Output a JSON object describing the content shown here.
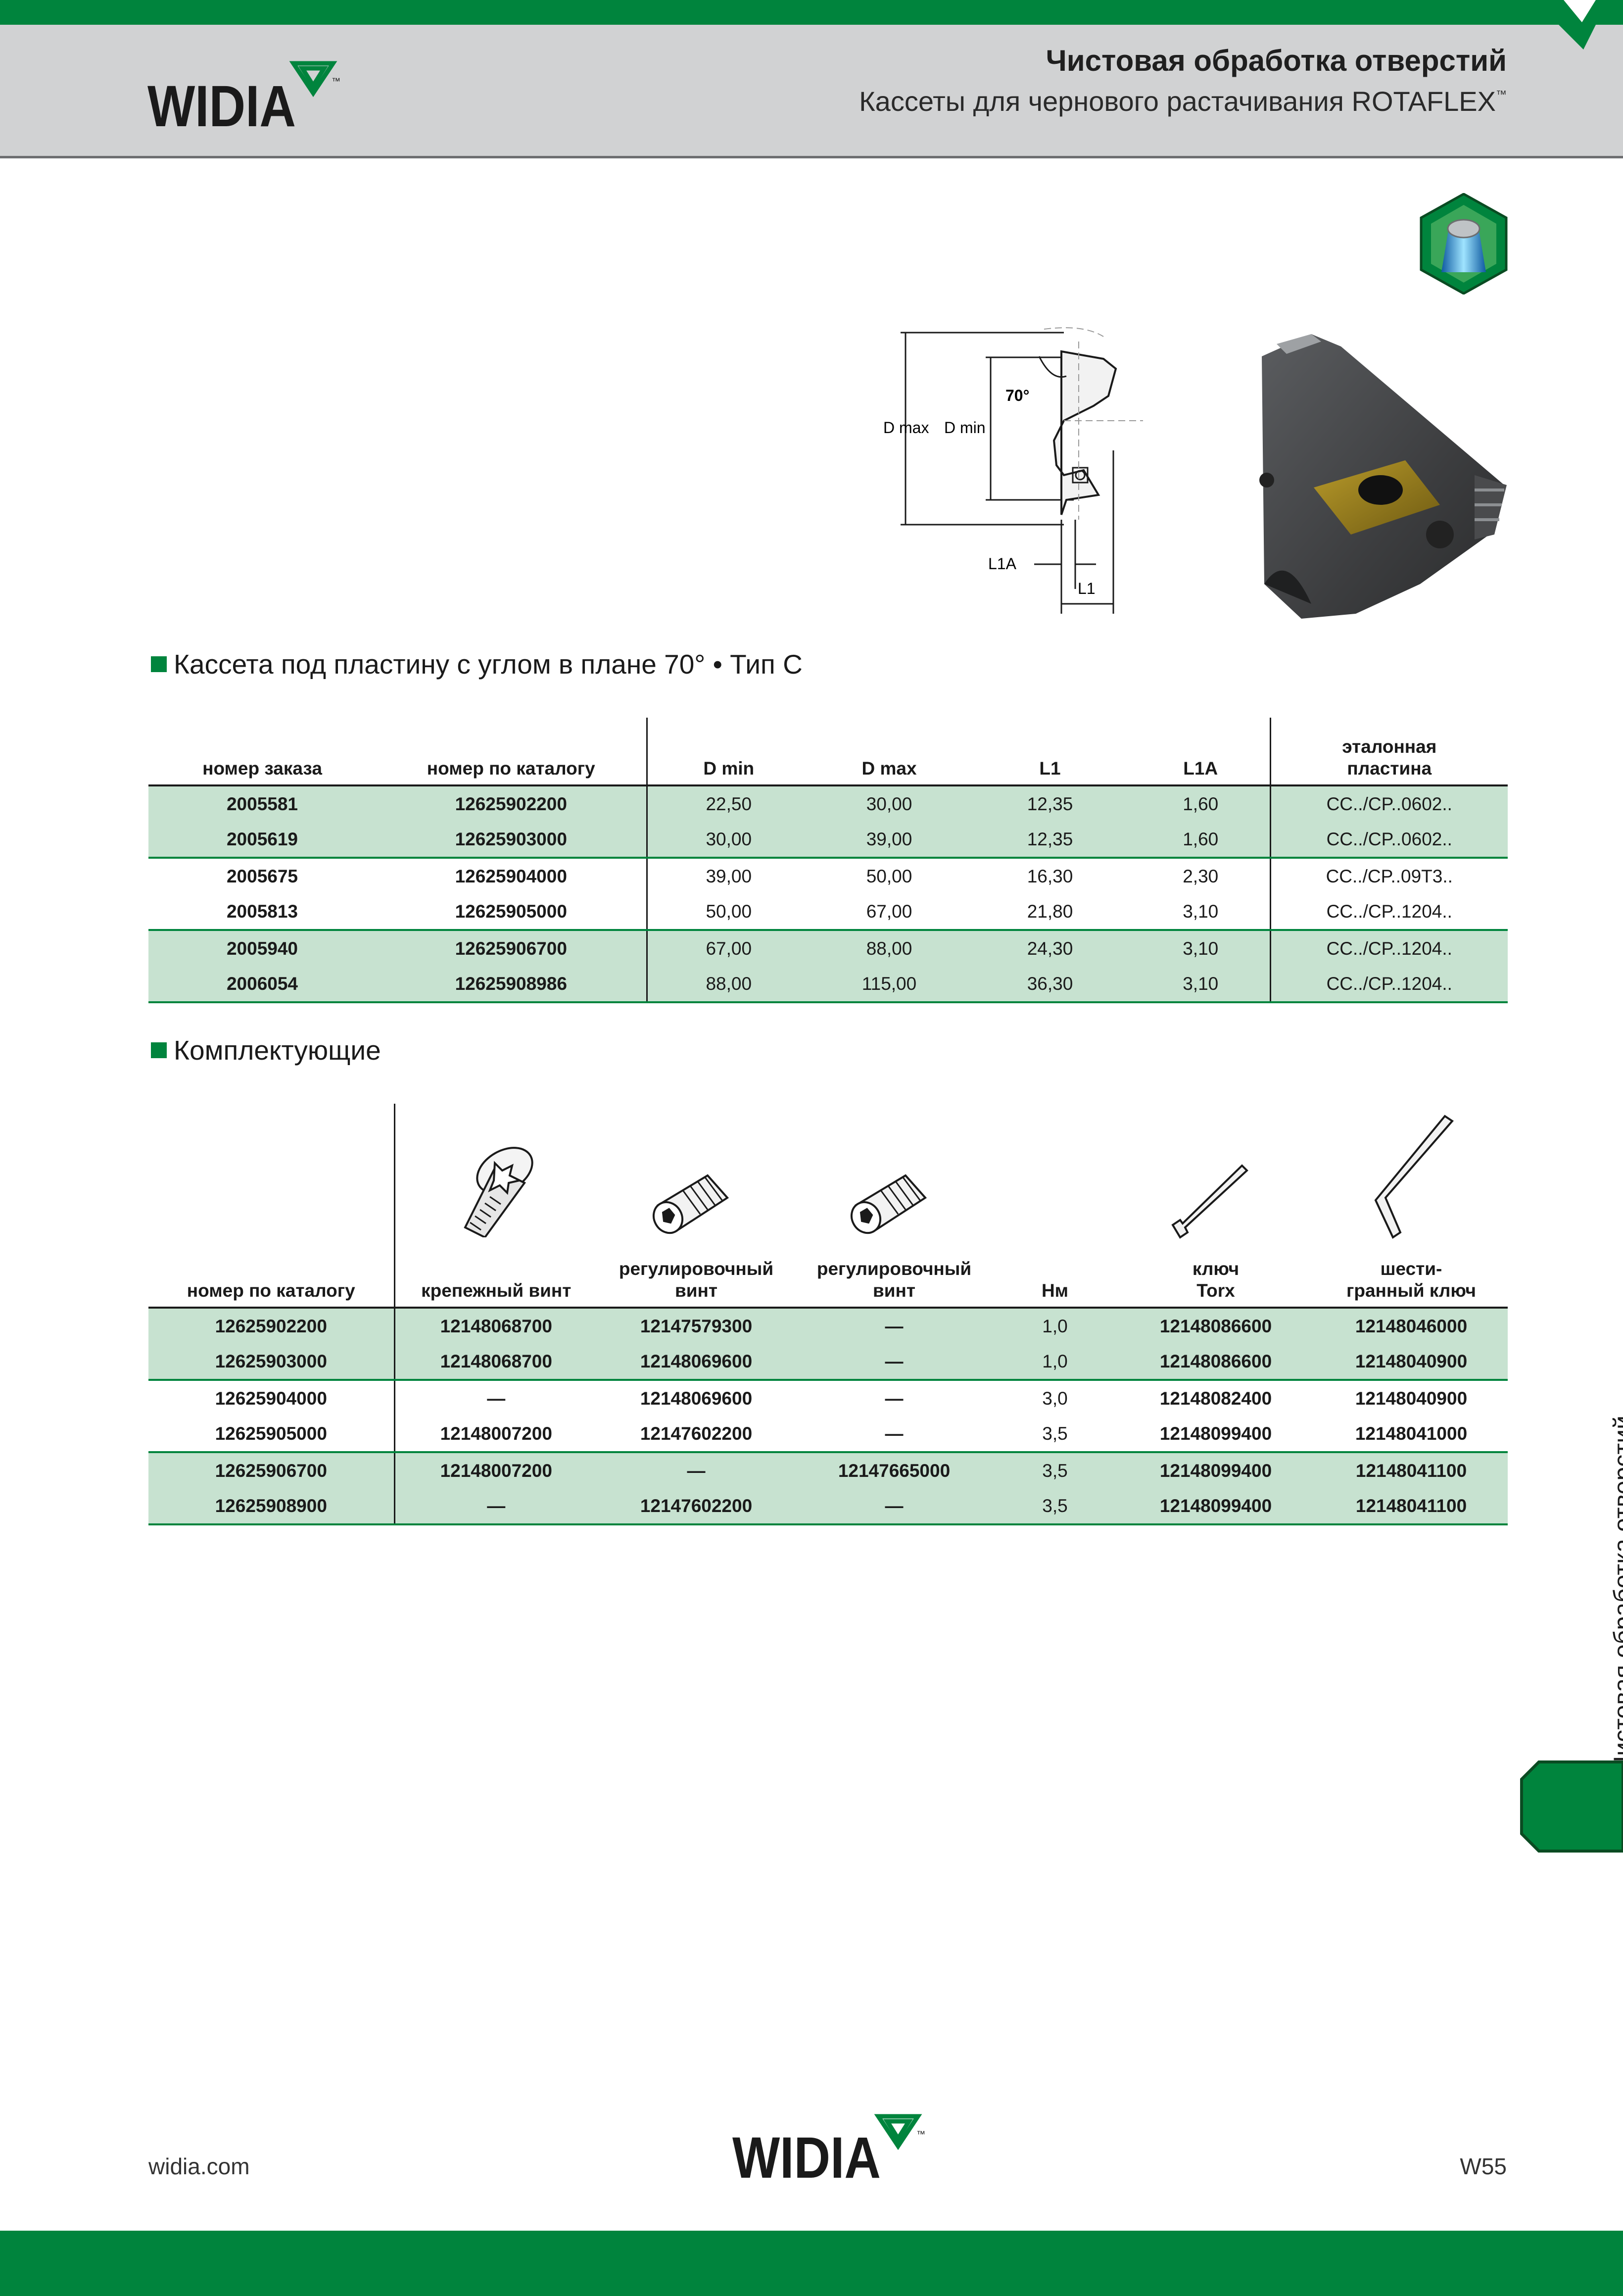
{
  "header": {
    "title": "Чистовая обработка отверстий",
    "subtitle": "Кассеты для чернового растачивания ROTAFLEX",
    "trademark": "™",
    "logo_text": "WIDIA",
    "logo_tm": "™"
  },
  "diagram": {
    "label_dmax": "D max",
    "label_dmin": "D min",
    "label_angle": "70°",
    "label_l1a": "L1A",
    "label_l1": "L1"
  },
  "section1": {
    "title": "Кассета под пластину с углом в плане 70° • Тип C",
    "columns": [
      "номер заказа",
      "номер по каталогу",
      "D min",
      "D max",
      "L1",
      "L1A",
      "эталонная\nпластина"
    ],
    "rows": [
      [
        "2005581",
        "12625902200",
        "22,50",
        "30,00",
        "12,35",
        "1,60",
        "CC../CP..0602.."
      ],
      [
        "2005619",
        "12625903000",
        "30,00",
        "39,00",
        "12,35",
        "1,60",
        "CC../CP..0602.."
      ],
      [
        "2005675",
        "12625904000",
        "39,00",
        "50,00",
        "16,30",
        "2,30",
        "CC../CP..09T3.."
      ],
      [
        "2005813",
        "12625905000",
        "50,00",
        "67,00",
        "21,80",
        "3,10",
        "CC../CP..1204.."
      ],
      [
        "2005940",
        "12625906700",
        "67,00",
        "88,00",
        "24,30",
        "3,10",
        "CC../CP..1204.."
      ],
      [
        "2006054",
        "12625908986",
        "88,00",
        "115,00",
        "36,30",
        "3,10",
        "CC../CP..1204.."
      ]
    ]
  },
  "section2": {
    "title": "Комплектующие",
    "columns": [
      "номер по каталогу",
      "крепежный винт",
      "регулировочный\nвинт",
      "регулировочный\nвинт",
      "Нм",
      "ключ\nTorx",
      "шести-\nгранный ключ"
    ],
    "icons": [
      "clamp-screw-icon",
      "adjusting-screw-icon",
      "adjusting-screw-icon",
      "",
      "torx-key-icon",
      "hex-key-icon"
    ],
    "rows": [
      [
        "12625902200",
        "12148068700",
        "12147579300",
        "—",
        "1,0",
        "12148086600",
        "12148046000"
      ],
      [
        "12625903000",
        "12148068700",
        "12148069600",
        "—",
        "1,0",
        "12148086600",
        "12148040900"
      ],
      [
        "12625904000",
        "—",
        "12148069600",
        "—",
        "3,0",
        "12148082400",
        "12148040900"
      ],
      [
        "12625905000",
        "12148007200",
        "12147602200",
        "—",
        "3,5",
        "12148099400",
        "12148041000"
      ],
      [
        "12625906700",
        "12148007200",
        "—",
        "12147665000",
        "3,5",
        "12148099400",
        "12148041100"
      ],
      [
        "12625908900",
        "—",
        "12147602200",
        "—",
        "3,5",
        "12148099400",
        "12148041100"
      ]
    ]
  },
  "side_tab": {
    "label": "Чистовая обработка отверстий"
  },
  "footer": {
    "url": "widia.com",
    "page": "W55"
  },
  "colors": {
    "brand_green": "#00843d",
    "row_shade": "#c7e2d0",
    "header_gray": "#d1d2d3"
  }
}
